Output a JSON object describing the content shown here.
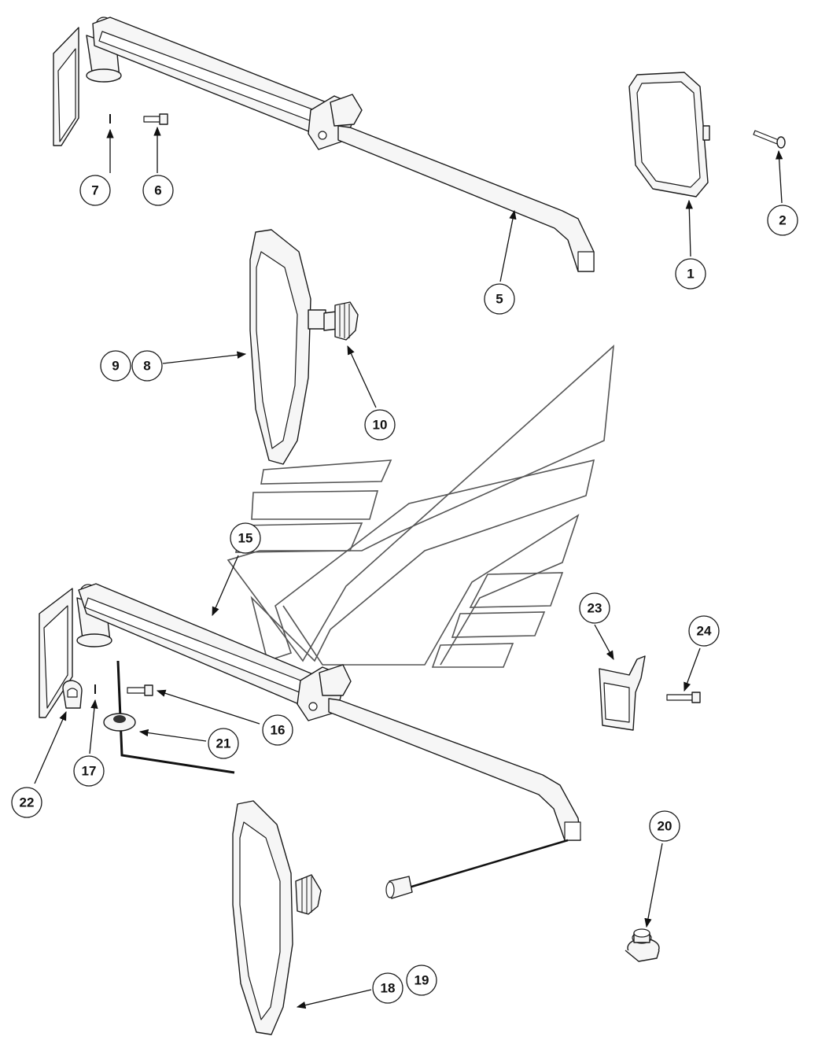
{
  "diagram": {
    "callouts": [
      {
        "id": "c1",
        "label": "1"
      },
      {
        "id": "c2",
        "label": "2"
      },
      {
        "id": "c5",
        "label": "5"
      },
      {
        "id": "c6",
        "label": "6"
      },
      {
        "id": "c7",
        "label": "7"
      },
      {
        "id": "c8",
        "label": "8"
      },
      {
        "id": "c9",
        "label": "9"
      },
      {
        "id": "c10",
        "label": "10"
      },
      {
        "id": "c15",
        "label": "15"
      },
      {
        "id": "c16",
        "label": "16"
      },
      {
        "id": "c17",
        "label": "17"
      },
      {
        "id": "c18",
        "label": "18"
      },
      {
        "id": "c19",
        "label": "19"
      },
      {
        "id": "c20",
        "label": "20"
      },
      {
        "id": "c21",
        "label": "21"
      },
      {
        "id": "c22",
        "label": "22"
      },
      {
        "id": "c23",
        "label": "23"
      },
      {
        "id": "c24",
        "label": "24"
      }
    ]
  }
}
